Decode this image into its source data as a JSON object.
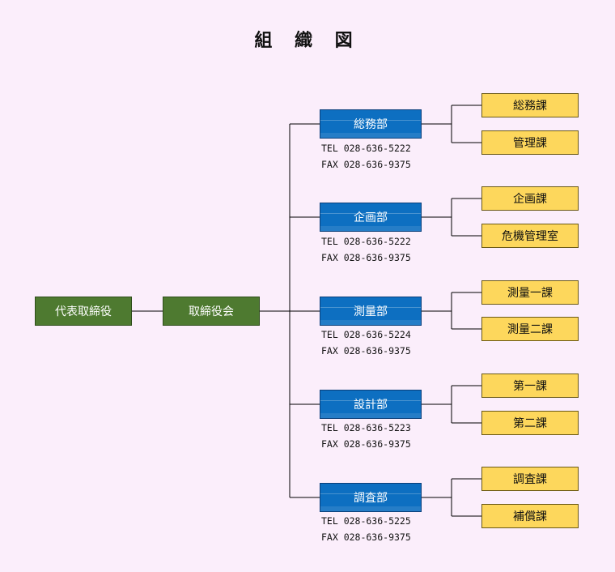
{
  "title": "組 織 図",
  "ceo": "代表取締役",
  "board": "取締役会",
  "departments": [
    {
      "name": "総務部",
      "tel": "TEL 028-636-5222",
      "fax": "FAX 028-636-9375",
      "sections": [
        "総務課",
        "管理課"
      ]
    },
    {
      "name": "企画部",
      "tel": "TEL 028-636-5222",
      "fax": "FAX 028-636-9375",
      "sections": [
        "企画課",
        "危機管理室"
      ]
    },
    {
      "name": "測量部",
      "tel": "TEL 028-636-5224",
      "fax": "FAX 028-636-9375",
      "sections": [
        "測量一課",
        "測量二課"
      ]
    },
    {
      "name": "設計部",
      "tel": "TEL 028-636-5223",
      "fax": "FAX 028-636-9375",
      "sections": [
        "第一課",
        "第二課"
      ]
    },
    {
      "name": "調査部",
      "tel": "TEL 028-636-5225",
      "fax": "FAX 028-636-9375",
      "sections": [
        "調査課",
        "補償課"
      ]
    }
  ]
}
